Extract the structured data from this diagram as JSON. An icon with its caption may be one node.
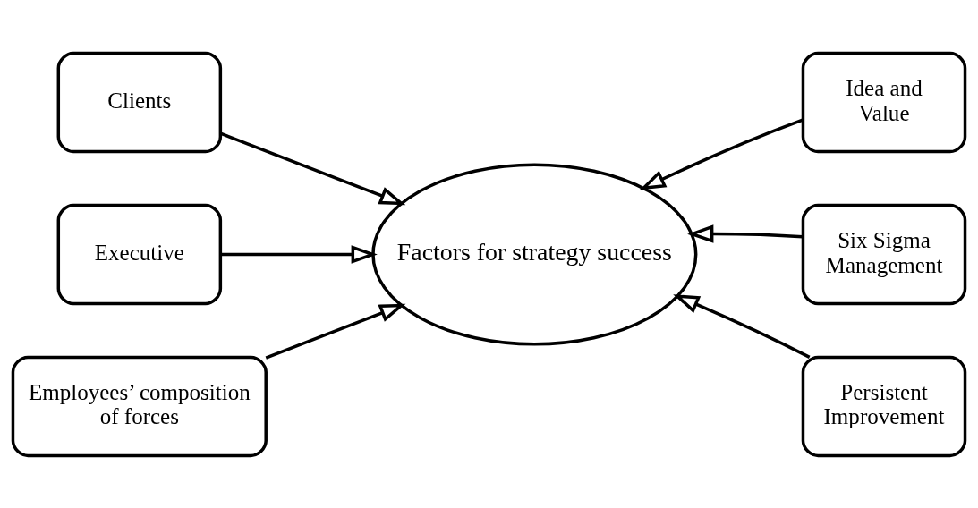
{
  "diagram": {
    "nodes": [
      {
        "text": [
          "Factors for strategy success"
        ]
      },
      {
        "text": [
          "Clients"
        ]
      },
      {
        "text": [
          "Idea and Value"
        ]
      },
      {
        "text": [
          "Executive"
        ]
      },
      {
        "text": [
          "Six Sigma Management"
        ]
      },
      {
        "text": [
          "Employees’ composition of forces"
        ]
      },
      {
        "text": [
          "Persistent Improvement"
        ]
      }
    ],
    "edges": [
      {
        "from": 1,
        "to": 0,
        "arrow": "to"
      },
      {
        "from": 2,
        "to": 0,
        "arrow": "to"
      },
      {
        "from": 3,
        "to": 0,
        "arrow": "to"
      },
      {
        "from": 4,
        "to": 0,
        "arrow": "to"
      },
      {
        "from": 5,
        "to": 0,
        "arrow": "to"
      },
      {
        "from": 6,
        "to": 0,
        "arrow": "to"
      }
    ]
  }
}
